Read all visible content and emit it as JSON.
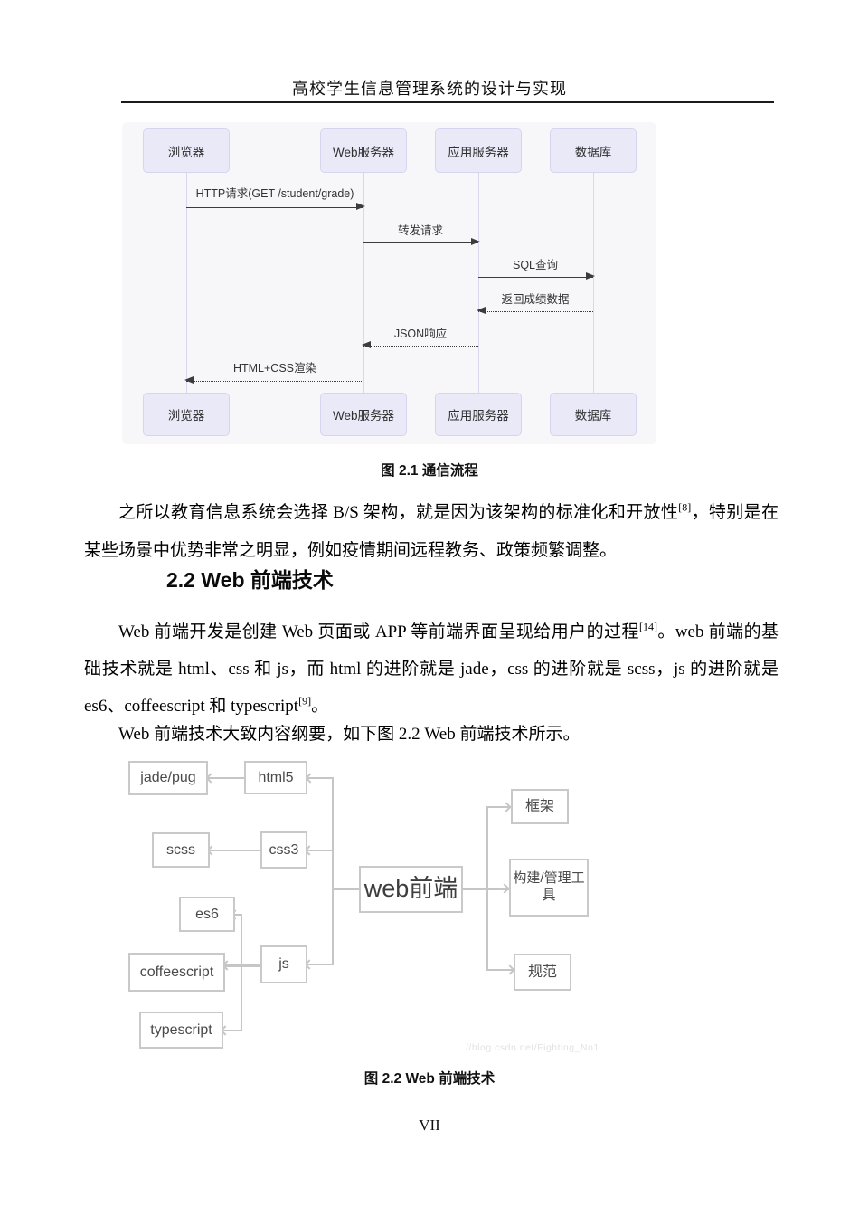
{
  "header": {
    "title": "高校学生信息管理系统的设计与实现"
  },
  "figure_2_1": {
    "caption": "图 2.1 通信流程",
    "actors": [
      "浏览器",
      "Web服务器",
      "应用服务器",
      "数据库"
    ],
    "messages": [
      {
        "label": "HTTP请求(GET /student/grade)",
        "from": "浏览器",
        "to": "Web服务器",
        "style": "solid"
      },
      {
        "label": "转发请求",
        "from": "Web服务器",
        "to": "应用服务器",
        "style": "solid"
      },
      {
        "label": "SQL查询",
        "from": "应用服务器",
        "to": "数据库",
        "style": "solid"
      },
      {
        "label": "返回成绩数据",
        "from": "数据库",
        "to": "应用服务器",
        "style": "dotted"
      },
      {
        "label": "JSON响应",
        "from": "应用服务器",
        "to": "Web服务器",
        "style": "dotted"
      },
      {
        "label": "HTML+CSS渲染",
        "from": "Web服务器",
        "to": "浏览器",
        "style": "dotted"
      }
    ]
  },
  "content": {
    "p1": {
      "runs": [
        "之所以教育信息系统会选择 B/S 架构，就是因为该架构的标准化和开放性",
        "[8]",
        "，特别是在某些场景中优势非常之明显，例如疫情期间远程教务、政策频繁调整。"
      ]
    },
    "p2": {
      "runs": [
        "Web 前端开发是创建 Web 页面或 APP 等前端界面呈现给用户的过程",
        "[14]",
        "。web 前端的基础技术就是 html、css 和 js，而 html 的进阶就是 jade，css 的进阶就是 scss，js 的进阶就是 es6、coffeescript 和 typescript",
        "[9]",
        "。"
      ]
    },
    "p3": {
      "text": "Web 前端技术大致内容纲要，如下图 2.2 Web 前端技术所示。"
    }
  },
  "section": {
    "heading": "2.2 Web 前端技术"
  },
  "figure_2_2": {
    "caption": "图 2.2 Web 前端技术",
    "watermark": "//blog.csdn.net/Fighting_No1",
    "nodes": {
      "center": "web前端",
      "html5": "html5",
      "jade_pug": "jade/pug",
      "css3": "css3",
      "scss": "scss",
      "js": "js",
      "es6": "es6",
      "coffeescript": "coffeescript",
      "typescript": "typescript",
      "framework": "框架",
      "build_tools": "构建/管理工具",
      "standards": "规范"
    },
    "edges": [
      [
        "web前端",
        "html5"
      ],
      [
        "web前端",
        "css3"
      ],
      [
        "web前端",
        "js"
      ],
      [
        "html5",
        "jade/pug"
      ],
      [
        "css3",
        "scss"
      ],
      [
        "js",
        "es6"
      ],
      [
        "js",
        "coffeescript"
      ],
      [
        "js",
        "typescript"
      ],
      [
        "web前端",
        "框架"
      ],
      [
        "web前端",
        "构建/管理工具"
      ],
      [
        "web前端",
        "规范"
      ]
    ]
  },
  "footer": {
    "page_number": "VII"
  },
  "colors": {
    "seq_background": "#f7f7f9",
    "seq_box_fill": "#eae9f8",
    "seq_box_border": "#d7d4f0",
    "seq_arrow": "#3c3c3c",
    "tree_border": "#c9c9c9",
    "tree_line": "#c6c6c6",
    "watermark_gray": "#e2e2e2"
  }
}
